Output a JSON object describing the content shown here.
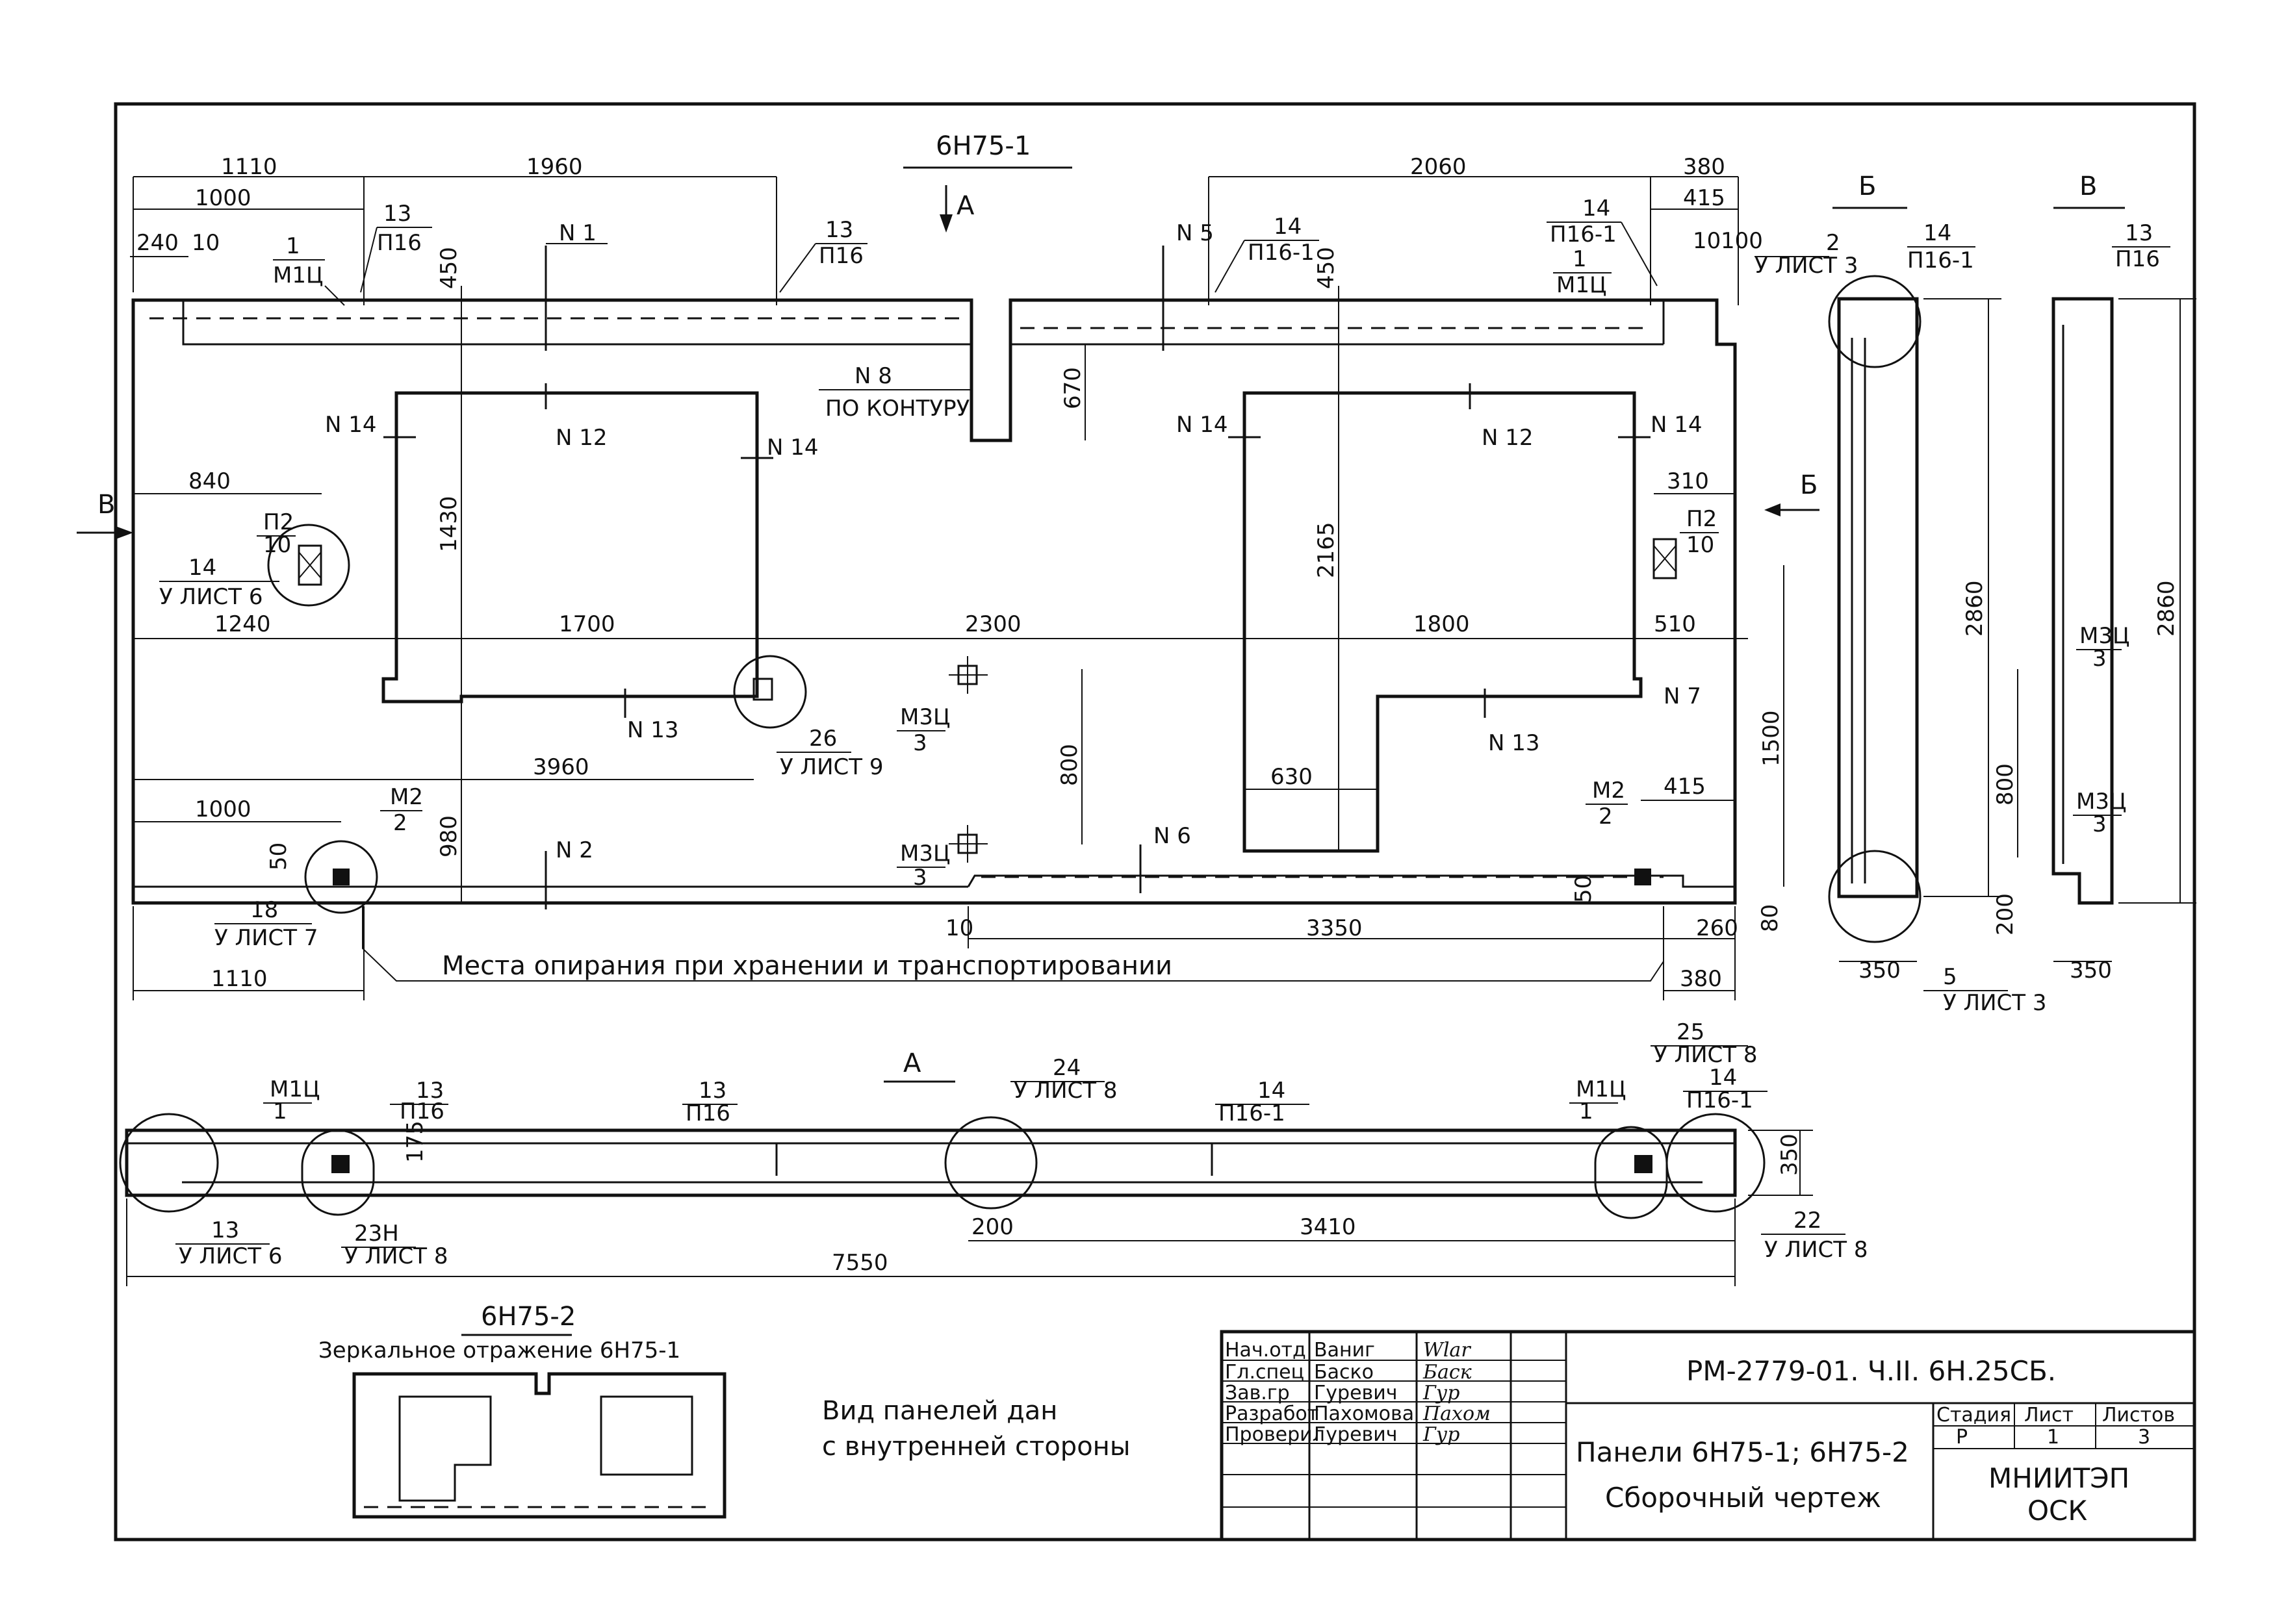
{
  "drawing": {
    "title": "6Н75-1",
    "view_a_marker": "А",
    "section_b_title": "Б",
    "section_v_title": "В",
    "view_a_title": "А",
    "arrow_b_left": "В",
    "arrow_b_right": "Б",
    "bearing_note": "Места опирания при хранении и транспортировании",
    "mirror_title": "6Н75-2",
    "mirror_note": "Зеркальное отражение 6Н75-1",
    "view_note_line1": "Вид панелей дан",
    "view_note_line2": "с внутренней стороны"
  },
  "dimensions": {
    "top_1110": "1110",
    "top_1960": "1960",
    "top_2060": "2060",
    "top_380": "380",
    "top_1000": "1000",
    "top_415": "415",
    "top_240": "240",
    "top_10": "10",
    "top_10b": "10",
    "top_100": "100",
    "d450a": "450",
    "d450b": "450",
    "d670": "670",
    "d1430": "1430",
    "d2165": "2165",
    "d840": "840",
    "d310": "310",
    "d1240": "1240",
    "d1700": "1700",
    "d2300": "2300",
    "d1800": "1800",
    "d510": "510",
    "d1500": "1500",
    "d3960": "3960",
    "d800": "800",
    "d630": "630",
    "d1000b": "1000",
    "d415b": "415",
    "d980": "980",
    "d50a": "50",
    "d50b": "50",
    "d10c": "10",
    "d3350": "3350",
    "d260": "260",
    "d80": "80",
    "bot_1110": "1110",
    "bot_380": "380",
    "sec_2860a": "2860",
    "sec_350a": "350",
    "sec_2860b": "2860",
    "sec_800": "800",
    "sec_200": "200",
    "sec_350b": "350",
    "pl_175": "175",
    "pl_350": "350",
    "pl_200": "200",
    "pl_3410": "3410",
    "pl_7550": "7550"
  },
  "labels": {
    "n1": "N 1",
    "n2": "N 2",
    "n5": "N 5",
    "n6": "N 6",
    "n7": "N 7",
    "n8": "N 8",
    "n8_sub": "ПО КОНТУРУ",
    "n12a": "N 12",
    "n12b": "N 12",
    "n13a": "N 13",
    "n13b": "N 13",
    "n14a": "N 14",
    "n14b": "N 14",
    "n14c": "N 14",
    "n14d": "N 14",
    "l1_top": "1",
    "l1_bot": "М1Ц",
    "l13a_top": "13",
    "l13a_bot": "П16",
    "l13b_top": "13",
    "l13b_bot": "П16",
    "l14a_top": "14",
    "l14a_bot": "П16-1",
    "l14b_top": "14",
    "l14b_bot": "П16-1",
    "l1b_top": "1",
    "l1b_bot": "М1Ц",
    "p2a_top": "П2",
    "p2a_bot": "10",
    "p2b_top": "П2",
    "p2b_bot": "10",
    "c14_top": "14",
    "c14_bot": "У ЛИСТ 6",
    "c26_top": "26",
    "c26_bot": "У ЛИСТ 9",
    "m3a_top": "М3Ц",
    "m3a_bot": "3",
    "m3b_top": "М3Ц",
    "m3b_bot": "3",
    "m2a_top": "М2",
    "m2a_bot": "2",
    "m2b_top": "М2",
    "m2b_bot": "2",
    "c18_top": "18",
    "c18_bot": "У ЛИСТ 7",
    "sb2_top": "2",
    "sb2_bot": "У ЛИСТ 3",
    "sb14_top": "14",
    "sb14_bot": "П16-1",
    "sv13_top": "13",
    "sv13_bot": "П16",
    "sv_m3a_top": "М3Ц",
    "sv_m3a_bot": "3",
    "sv_m3b_top": "М3Ц",
    "sv_m3b_bot": "3",
    "sb5_top": "5",
    "sb5_bot": "У ЛИСТ 3",
    "pl_m1a_top": "М1Ц",
    "pl_m1a_bot": "1",
    "pl_13a_top": "13",
    "pl_13a_bot": "П16",
    "pl_13b_top": "13",
    "pl_13b_bot": "П16",
    "pl_24_top": "24",
    "pl_24_bot": "У ЛИСТ 8",
    "pl_14a_top": "14",
    "pl_14a_bot": "П16-1",
    "pl_m1b_top": "М1Ц",
    "pl_m1b_bot": "1",
    "pl_25_top": "25",
    "pl_25_bot": "У ЛИСТ 8",
    "pl_14b_top": "14",
    "pl_14b_bot": "П16-1",
    "pl_13c_top": "13",
    "pl_13c_bot": "У ЛИСТ 6",
    "pl_23_top": "23Н",
    "pl_23_bot": "У ЛИСТ 8",
    "pl_22_top": "22",
    "pl_22_bot": "У ЛИСТ 8"
  },
  "title_block": {
    "rows": [
      {
        "role": "Нач.отд",
        "name": "Ваниг",
        "sign": "Wlar"
      },
      {
        "role": "Гл.спец",
        "name": "Баско",
        "sign": "Баск"
      },
      {
        "role": "Зав.гр",
        "name": "Гуревич",
        "sign": "Гур"
      },
      {
        "role": "Разработ",
        "name": "Пахомова",
        "sign": "Пахом"
      },
      {
        "role": "Проверил",
        "name": "Гуревич",
        "sign": "Гур"
      }
    ],
    "code": "РМ-2779-01. Ч.II. 6Н.25СБ.",
    "name_line1": "Панели 6Н75-1; 6Н75-2",
    "name_line2": "Сборочный чертеж",
    "stage_label": "Стадия",
    "sheet_label": "Лист",
    "sheets_label": "Листов",
    "stage": "Р",
    "sheet": "1",
    "sheets": "3",
    "org_line1": "МНИИТЭП",
    "org_line2": "ОСК"
  }
}
